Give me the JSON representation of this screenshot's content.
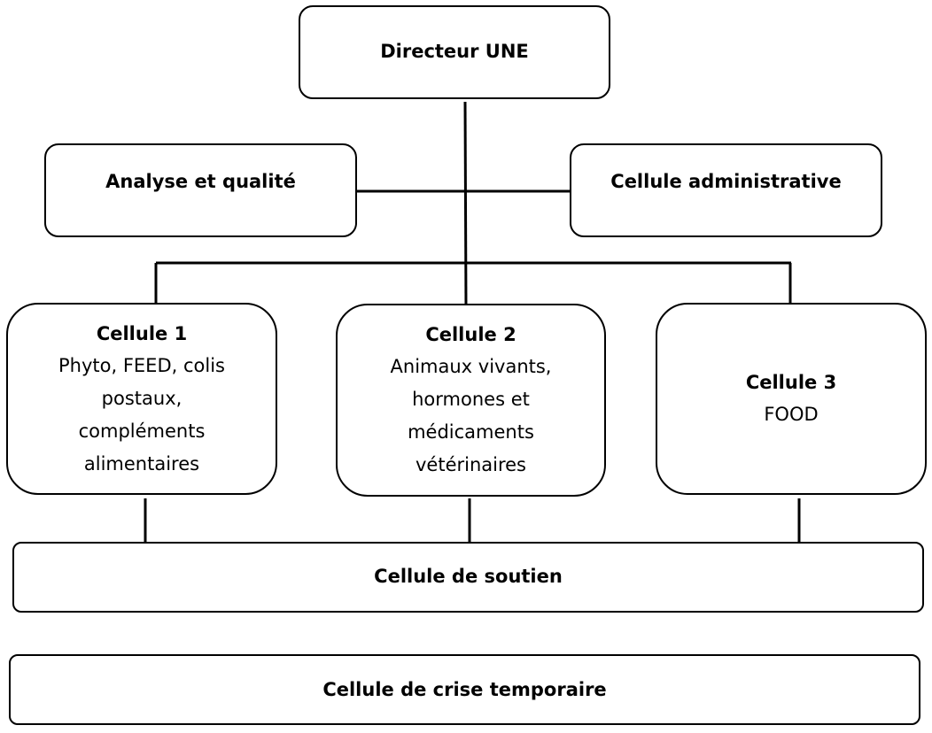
{
  "diagram": {
    "directeur": {
      "title": "Directeur UNE"
    },
    "analyse": {
      "title": "Analyse et qualité"
    },
    "administrative": {
      "title": "Cellule administrative"
    },
    "cellule1": {
      "title": "Cellule 1",
      "lines": [
        "Phyto, FEED, colis",
        "postaux,",
        "compléments",
        "alimentaires"
      ]
    },
    "cellule2": {
      "title": "Cellule 2",
      "lines": [
        "Animaux vivants,",
        "hormones et",
        "médicaments",
        "vétérinaires"
      ]
    },
    "cellule3": {
      "title": "Cellule 3",
      "lines": [
        "FOOD"
      ]
    },
    "soutien": {
      "title": "Cellule de soutien"
    },
    "crise": {
      "title": "Cellule de crise temporaire"
    }
  }
}
